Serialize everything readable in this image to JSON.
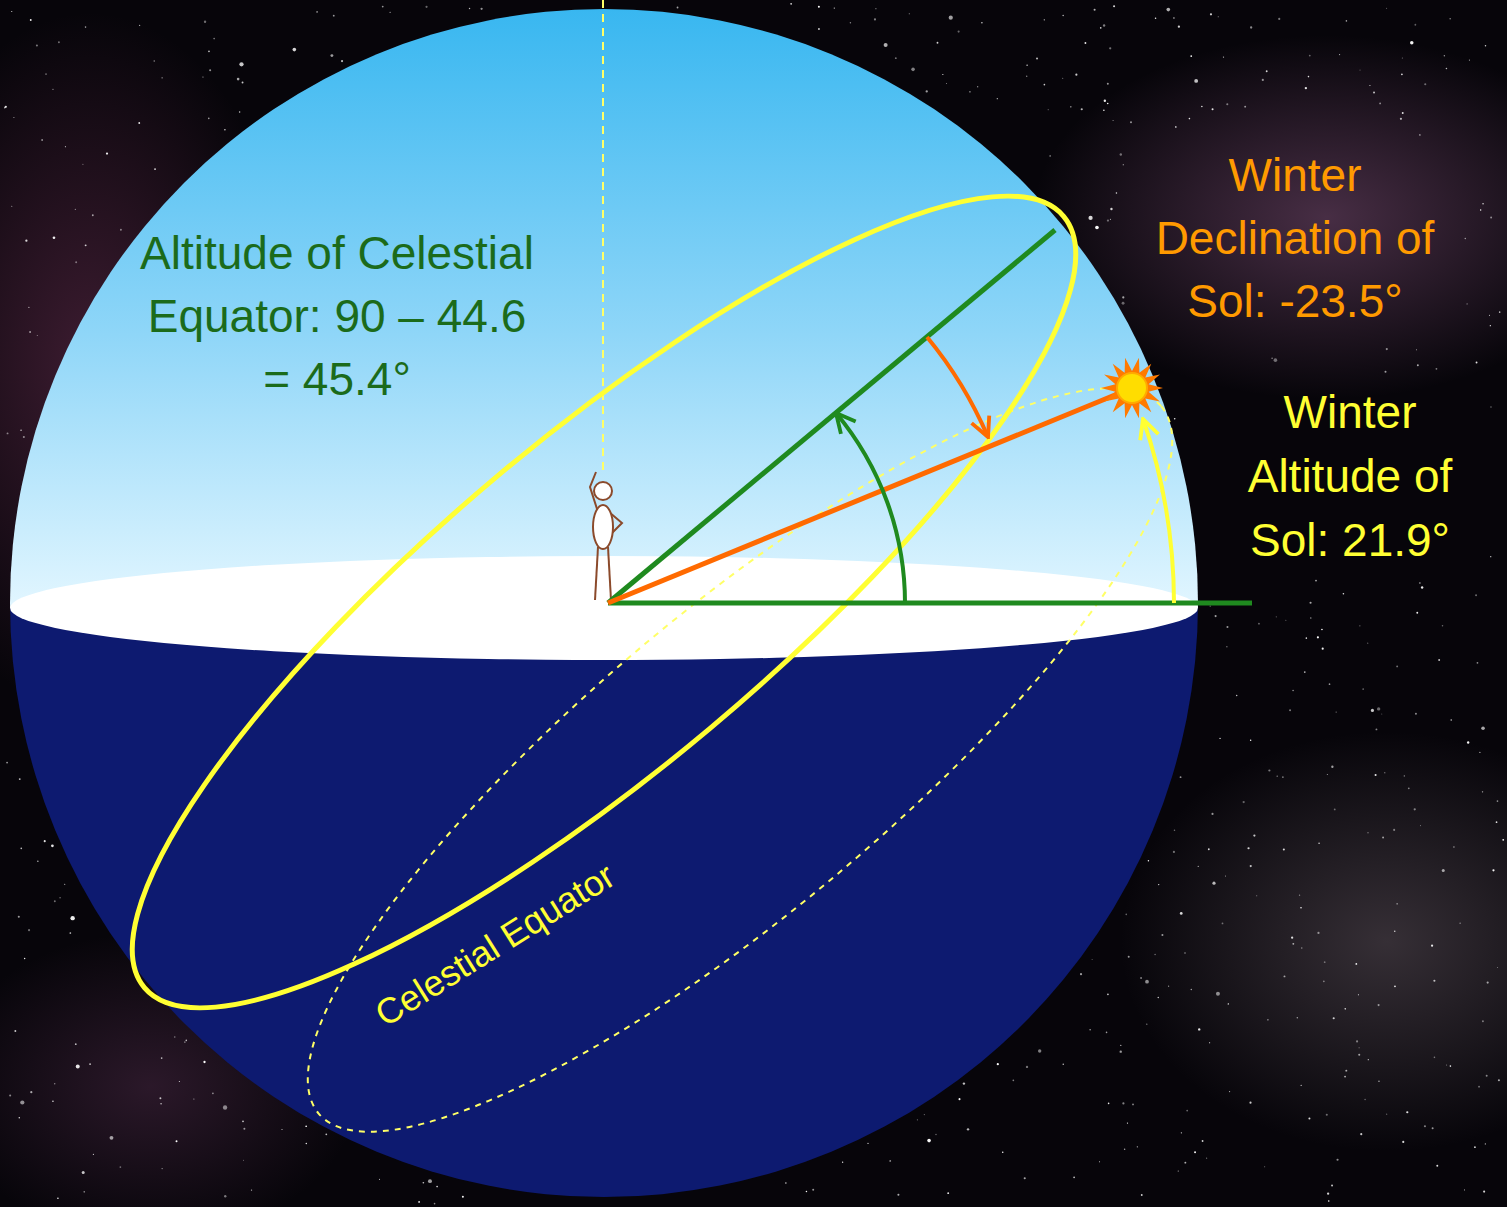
{
  "diagram": {
    "labels": [
      "Altitude of Celestial Equator: 90 – 44.6 = 45.4°",
      "Winter Declination of Sol: -23.5°",
      "Winter Altitude of Sol: 21.9°",
      "Celestial Equator"
    ]
  }
}
